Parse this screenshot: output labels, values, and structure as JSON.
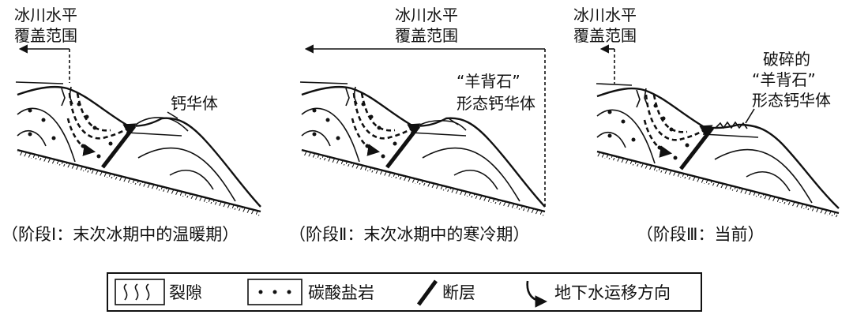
{
  "stage1": {
    "coverage_label_line1": "冰川水平",
    "coverage_label_line2": "覆盖范围",
    "deposit_label": "钙华体",
    "caption": "（阶段Ⅰ：末次冰期中的温暖期）"
  },
  "stage2": {
    "coverage_label_line1": "冰川水平",
    "coverage_label_line2": "覆盖范围",
    "deposit_label_line1": "“羊背石”",
    "deposit_label_line2": "形态钙华体",
    "caption": "（阶段Ⅱ：末次冰期中的寒冷期）"
  },
  "stage3": {
    "coverage_label_line1": "冰川水平",
    "coverage_label_line2": "覆盖范围",
    "deposit_label_line1": "破碎的",
    "deposit_label_line2": "“羊背石”",
    "deposit_label_line3": "形态钙华体",
    "caption": "（阶段Ⅲ：当前）"
  },
  "legend": {
    "fissure_label": "裂隙",
    "carbonate_label": "碳酸盐岩",
    "fault_label": "断层",
    "groundwater_label": "地下水运移方向"
  }
}
